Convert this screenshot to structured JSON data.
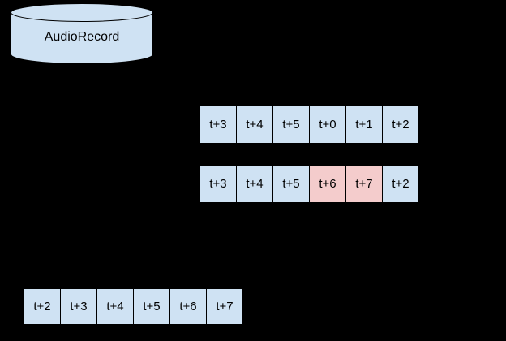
{
  "diagram": {
    "source": {
      "label": "AudioRecord"
    },
    "rows": [
      {
        "cells": [
          {
            "label": "t+3",
            "state": "normal"
          },
          {
            "label": "t+4",
            "state": "normal"
          },
          {
            "label": "t+5",
            "state": "normal"
          },
          {
            "label": "t+0",
            "state": "normal"
          },
          {
            "label": "t+1",
            "state": "normal"
          },
          {
            "label": "t+2",
            "state": "normal"
          }
        ]
      },
      {
        "cells": [
          {
            "label": "t+3",
            "state": "normal"
          },
          {
            "label": "t+4",
            "state": "normal"
          },
          {
            "label": "t+5",
            "state": "normal"
          },
          {
            "label": "t+6",
            "state": "highlighted"
          },
          {
            "label": "t+7",
            "state": "highlighted"
          },
          {
            "label": "t+2",
            "state": "normal"
          }
        ]
      },
      {
        "cells": [
          {
            "label": "t+2",
            "state": "normal"
          },
          {
            "label": "t+3",
            "state": "normal"
          },
          {
            "label": "t+4",
            "state": "normal"
          },
          {
            "label": "t+5",
            "state": "normal"
          },
          {
            "label": "t+6",
            "state": "normal"
          },
          {
            "label": "t+7",
            "state": "normal"
          }
        ]
      }
    ]
  },
  "colors": {
    "background": "#000000",
    "cell_fill": "#cfe2f3",
    "cell_highlight_fill": "#f4cccc",
    "stroke": "#000000",
    "text": "#000000"
  }
}
